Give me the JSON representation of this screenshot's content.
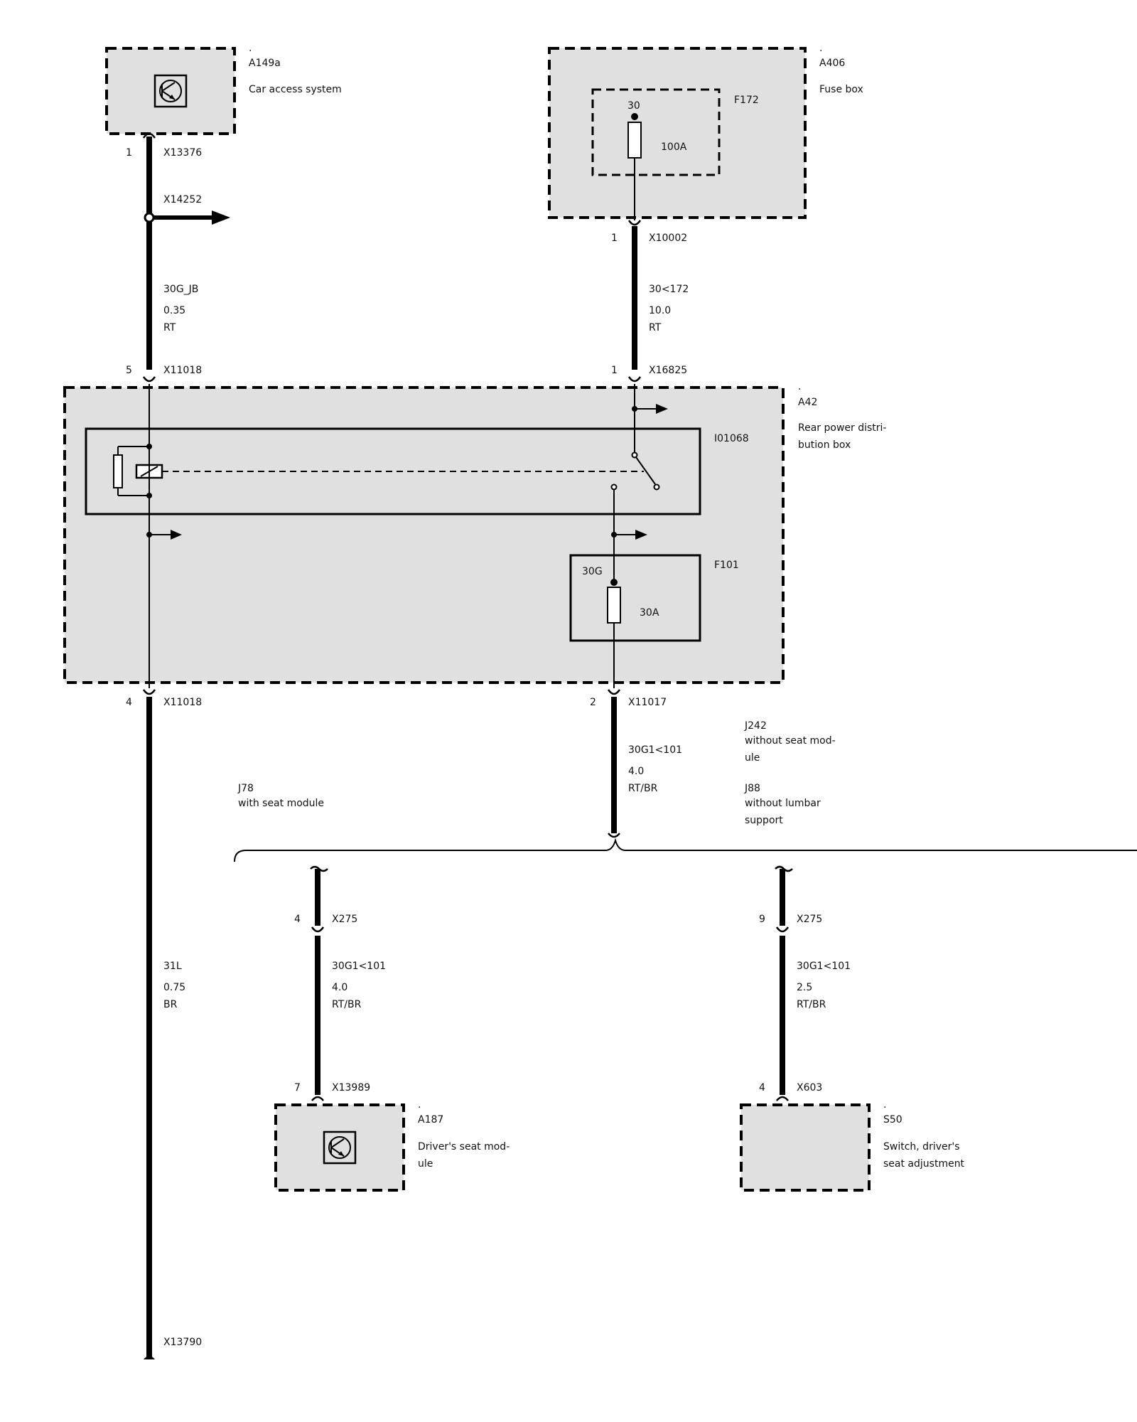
{
  "components": {
    "a149a": {
      "dot": ".",
      "id": "A149a",
      "name": "Car access system"
    },
    "a406": {
      "dot": ".",
      "id": "A406",
      "name": "Fuse box"
    },
    "f172": {
      "id": "F172",
      "terminal": "30",
      "rating": "100A"
    },
    "a42": {
      "dot": ".",
      "id": "A42",
      "name_line1": "Rear power distri-",
      "name_line2": "bution box"
    },
    "i01068": {
      "id": "I01068"
    },
    "f101": {
      "id": "F101",
      "terminal": "30G",
      "rating": "30A"
    },
    "a187": {
      "dot": ".",
      "id": "A187",
      "name_line1": "Driver's seat mod-",
      "name_line2": "ule"
    },
    "s50": {
      "dot": ".",
      "id": "S50",
      "name_line1": "Switch, driver's",
      "name_line2": "seat adjustment"
    }
  },
  "connectors": {
    "x13376": {
      "pin": "1",
      "id": "X13376"
    },
    "x14252": {
      "id": "X14252"
    },
    "x10002": {
      "pin": "1",
      "id": "X10002"
    },
    "x11018_top": {
      "pin": "5",
      "id": "X11018"
    },
    "x16825": {
      "pin": "1",
      "id": "X16825"
    },
    "x11018_bottom": {
      "pin": "4",
      "id": "X11018"
    },
    "x11017": {
      "pin": "2",
      "id": "X11017"
    },
    "x275_left": {
      "pin": "4",
      "id": "X275"
    },
    "x275_right": {
      "pin": "9",
      "id": "X275"
    },
    "x13989": {
      "pin": "7",
      "id": "X13989"
    },
    "x603": {
      "pin": "4",
      "id": "X603"
    },
    "x13790": {
      "id": "X13790"
    }
  },
  "wires": {
    "w30g_jb": {
      "signal": "30G_JB",
      "gauge": "0.35",
      "color": "RT"
    },
    "w30_172": {
      "signal": "30<172",
      "gauge": "10.0",
      "color": "RT"
    },
    "w30g1_main": {
      "signal": "30G1<101",
      "gauge": "4.0",
      "color": "RT/BR"
    },
    "w31l": {
      "signal": "31L",
      "gauge": "0.75",
      "color": "BR"
    },
    "w30g1_left": {
      "signal": "30G1<101",
      "gauge": "4.0",
      "color": "RT/BR"
    },
    "w30g1_right": {
      "signal": "30G1<101",
      "gauge": "2.5",
      "color": "RT/BR"
    }
  },
  "variants": {
    "j78": {
      "id": "J78",
      "desc": "with seat module"
    },
    "j242": {
      "id": "J242",
      "desc_line1": "without seat mod-",
      "desc_line2": "ule"
    },
    "j88": {
      "id": "J88",
      "desc_line1": "without lumbar",
      "desc_line2": "support"
    }
  }
}
